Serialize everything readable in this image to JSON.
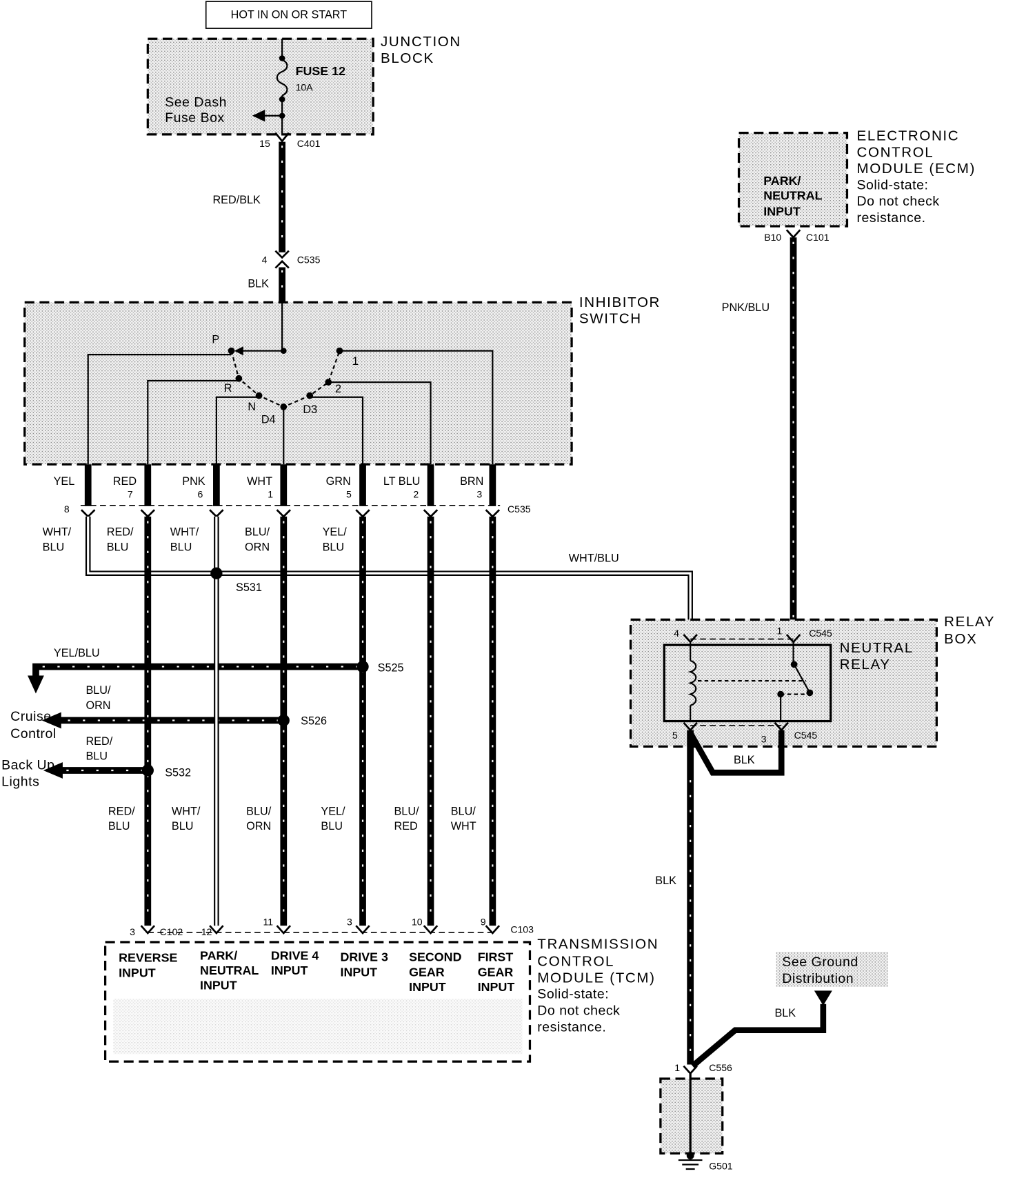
{
  "power_source": {
    "label": "HOT IN ON OR START"
  },
  "junction_block": {
    "name": [
      "JUNCTION",
      "BLOCK"
    ],
    "fuse": "FUSE 12",
    "fuse_rating": "10A",
    "see": [
      "See Dash",
      "Fuse Box"
    ],
    "pin": "15",
    "connector": "C401"
  },
  "feed": {
    "wire_color": "RED/BLK",
    "pin": "4",
    "connector": "C535",
    "wire_color_below": "BLK"
  },
  "inhibitor_switch": {
    "name": [
      "INHIBITOR",
      "SWITCH"
    ],
    "positions": {
      "p": "P",
      "one": "1",
      "r": "R",
      "two": "2",
      "n": "N",
      "d3": "D3",
      "d4": "D4"
    },
    "wires": [
      {
        "color": "YEL",
        "pin": "8"
      },
      {
        "color": "RED",
        "pin": "7"
      },
      {
        "color": "PNK",
        "pin": "6"
      },
      {
        "color": "WHT",
        "pin": "1"
      },
      {
        "color": "GRN",
        "pin": "5"
      },
      {
        "color": "LT BLU",
        "pin": "2"
      },
      {
        "color": "BRN",
        "pin": "3"
      }
    ],
    "connector": "C535"
  },
  "harness_upper": [
    [
      "WHT/",
      "BLU"
    ],
    [
      "RED/",
      "BLU"
    ],
    [
      "WHT/",
      "BLU"
    ],
    [
      "BLU/",
      "ORN"
    ],
    [
      "YEL/",
      "BLU"
    ]
  ],
  "relay_feed_wire": "WHT/BLU",
  "splices": {
    "s531": "S531",
    "s525": "S525",
    "s526": "S526",
    "s532": "S532"
  },
  "branches": {
    "s525_wire": "YEL/BLU",
    "cruise_wire": [
      "BLU/",
      "ORN"
    ],
    "cruise_destination": [
      "Cruise",
      "Control"
    ],
    "backup_wire": [
      "RED/",
      "BLU"
    ],
    "backup_destination": [
      "Back Up",
      "Lights"
    ]
  },
  "harness_lower": [
    [
      "RED/",
      "BLU"
    ],
    [
      "WHT/",
      "BLU"
    ],
    [
      "BLU/",
      "ORN"
    ],
    [
      "YEL/",
      "BLU"
    ],
    [
      "BLU/",
      "RED"
    ],
    [
      "BLU/",
      "WHT"
    ]
  ],
  "tcm": {
    "pins": [
      "3",
      "12",
      "11",
      "3",
      "10",
      "9"
    ],
    "connector_left": "C102",
    "connector_right": "C103",
    "inputs": [
      [
        "REVERSE",
        "INPUT"
      ],
      [
        "PARK/",
        "NEUTRAL",
        "INPUT"
      ],
      [
        "DRIVE 4",
        "INPUT"
      ],
      [
        "DRIVE 3",
        "INPUT"
      ],
      [
        "SECOND",
        "GEAR",
        "INPUT"
      ],
      [
        "FIRST",
        "GEAR",
        "INPUT"
      ]
    ],
    "name": [
      "TRANSMISSION",
      "CONTROL",
      "MODULE (TCM)",
      "Solid-state:",
      "Do not check",
      "resistance."
    ]
  },
  "ecm": {
    "input": [
      "PARK/",
      "NEUTRAL",
      "INPUT"
    ],
    "name": [
      "ELECTRONIC",
      "CONTROL",
      "MODULE (ECM)",
      "Solid-state:",
      "Do not check",
      "resistance."
    ],
    "pin": "B10",
    "connector": "C101",
    "wire": "PNK/BLU"
  },
  "relay_box": {
    "name": [
      "RELAY",
      "BOX"
    ],
    "relay": [
      "NEUTRAL",
      "RELAY"
    ],
    "top_pins": [
      "4",
      "1"
    ],
    "top_connector": "C545",
    "bottom_pins": [
      "5",
      "3"
    ],
    "bottom_connector": "C545",
    "jumper_wire": "BLK"
  },
  "ground": {
    "wire": "BLK",
    "see": [
      "See Ground",
      "Distribution"
    ],
    "branch_wire": "BLK",
    "pin": "1",
    "connector": "C556",
    "point": "G501"
  }
}
